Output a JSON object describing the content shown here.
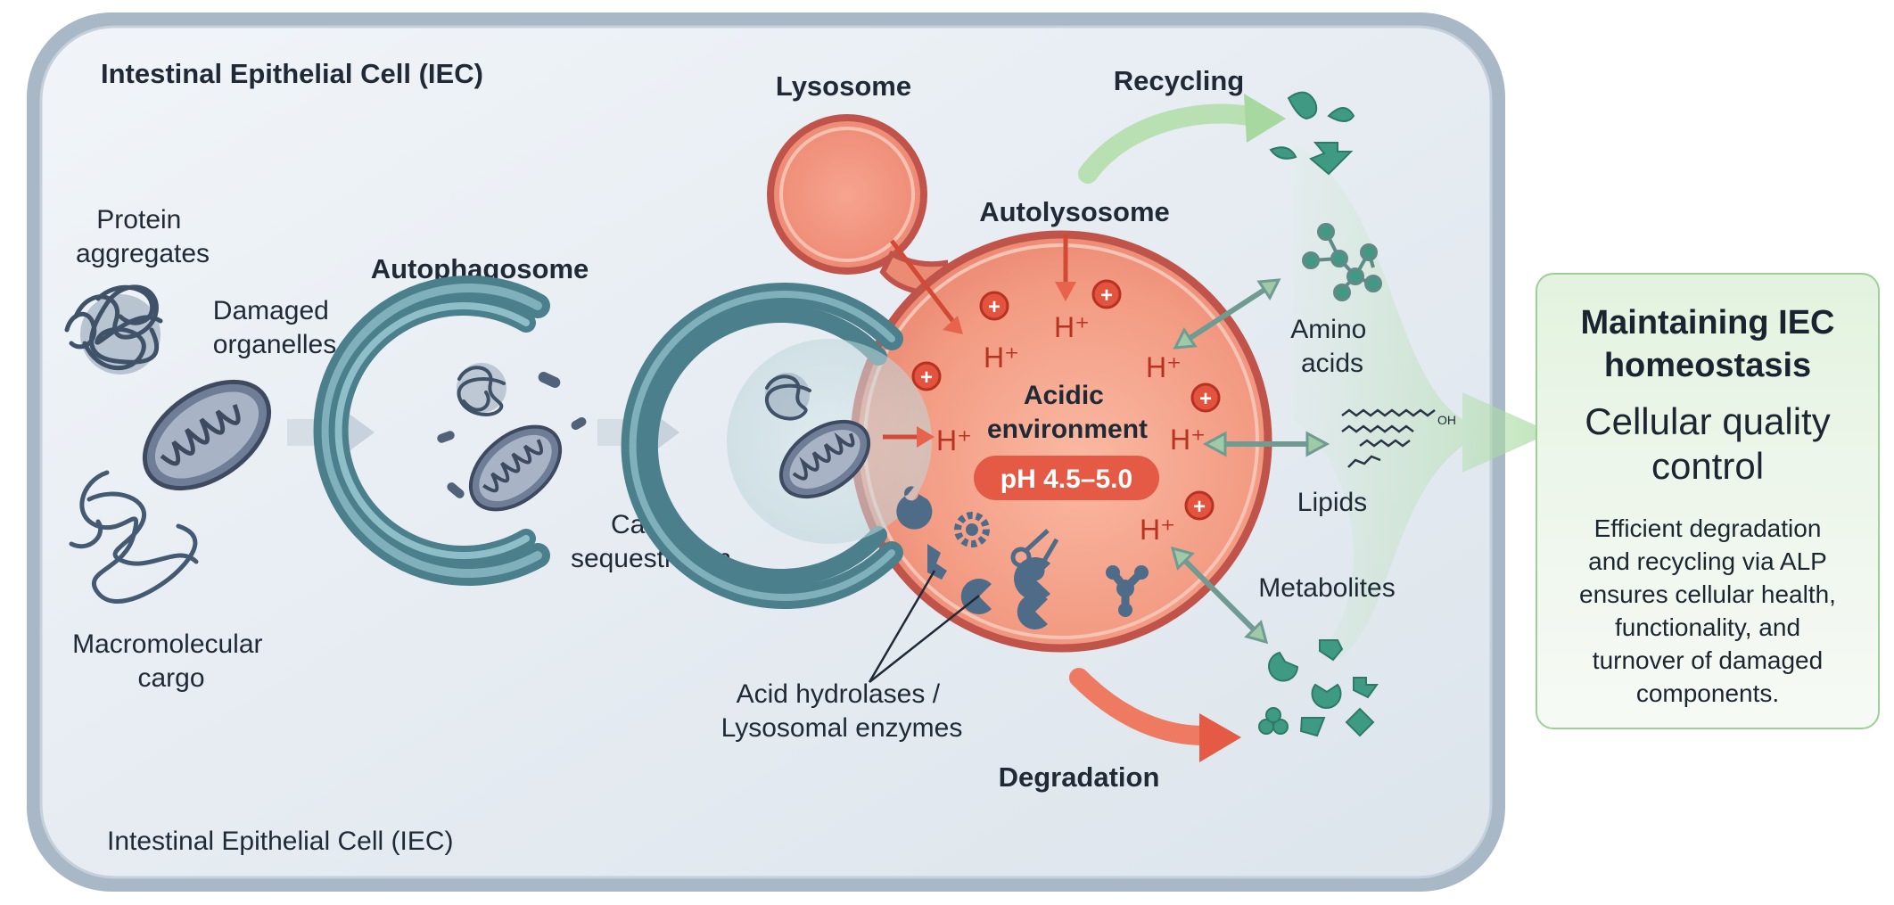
{
  "cell_title_top": "Intestinal Epithelial Cell (IEC)",
  "cell_title_bottom": "Intestinal Epithelial Cell (IEC)",
  "cargo": {
    "protein_aggregates": [
      "Protein",
      "aggregates"
    ],
    "damaged_organelles": [
      "Damaged",
      "organelles"
    ],
    "macromolecular_cargo": [
      "Macromolecular",
      "cargo"
    ]
  },
  "autophagosome_label": "Autophagosome",
  "cargo_sequestration": [
    "Cargo",
    "sequestration"
  ],
  "lysosome_label": "Lysosome",
  "autolysosome_label": "Autolysosome",
  "acidic_environment": [
    "Acidic",
    "environment"
  ],
  "ph_badge": "pH 4.5–5.0",
  "proton_label": "H⁺",
  "positive_charge": "+",
  "hydrolases_label": [
    "Acid hydrolases /",
    "Lysosomal enzymes"
  ],
  "recycling_label": "Recycling",
  "degradation_label": "Degradation",
  "products": {
    "amino_acids": [
      "Amino",
      "acids"
    ],
    "lipids": "Lipids",
    "metabolites": "Metabolites",
    "lipid_formula_oh": "OH"
  },
  "summary": {
    "title": [
      "Maintaining IEC",
      "homeostasis"
    ],
    "subtitle": [
      "Cellular quality",
      "control"
    ],
    "body": [
      "Efficient degradation",
      "and recycling via ALP",
      "ensures cellular health,",
      "functionality, and",
      "turnover of damaged",
      "components."
    ]
  },
  "colors": {
    "cell_fill": "#e7edf3",
    "cell_border": "#8fa4b6",
    "autophagosome": "#4f8a96",
    "lysosome": "#e06a55",
    "proton": "#b83222",
    "recycling_arrow": "#8fcf8a",
    "product": "#3f9a84",
    "degradation_arrow": "#e8604a",
    "summary_border": "#9fcf98"
  },
  "icons": [
    "protein-aggregate-icon",
    "mitochondrion-icon",
    "macromolecule-icon",
    "enzyme-icon",
    "scissors-icon",
    "amino-acid-molecule-icon",
    "lipid-chain-icon",
    "metabolite-fragment-icon"
  ]
}
